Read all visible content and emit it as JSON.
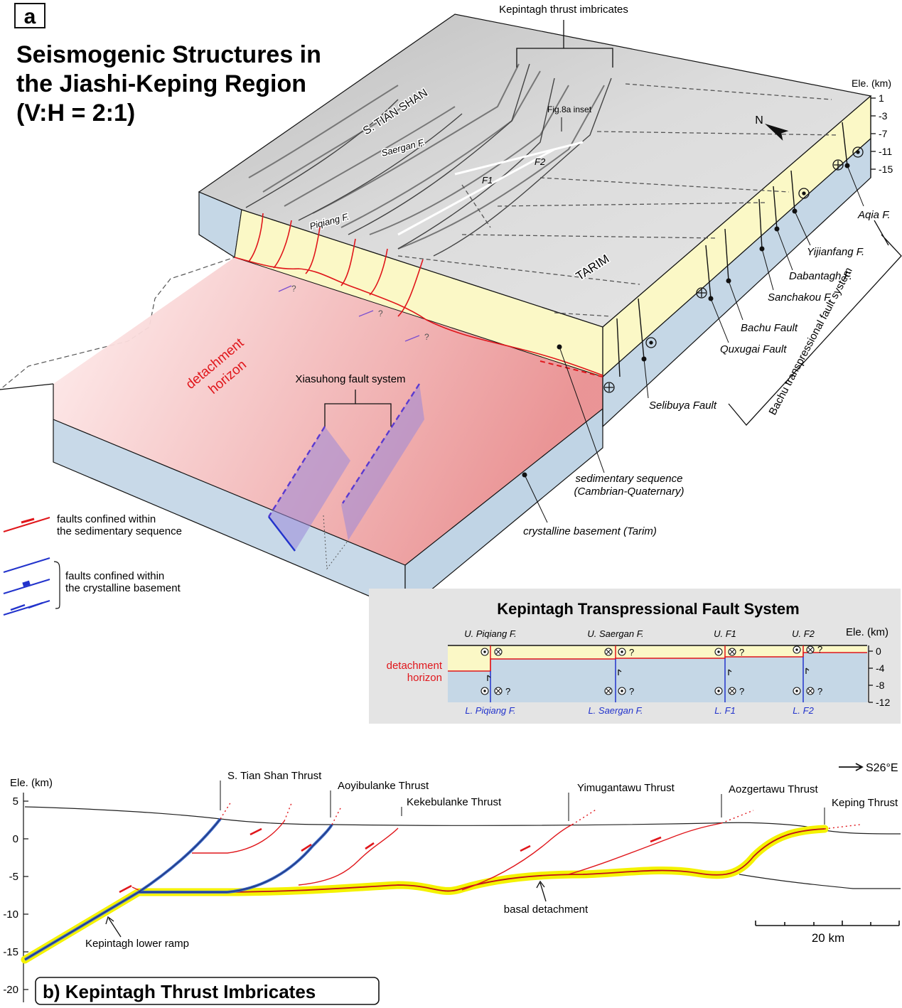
{
  "panel_a": {
    "letter": "a",
    "title_lines": [
      "Seismogenic Structures in",
      "the Jiashi-Keping Region",
      "(V:H = 2:1)"
    ],
    "kepintagh_imbricates": "Kepintagh thrust imbricates",
    "s_tian_shan": "S. TIAN SHAN",
    "tarim": "TARIM",
    "fig8a_inset": "Fig.8a inset",
    "saergan": "Saergan F.",
    "piqiang": "Piqiang F.",
    "f1": "F1",
    "f2": "F2",
    "ele_title": "Ele. (km)",
    "ele_ticks": [
      "1",
      "-3",
      "-7",
      "-11",
      "-15"
    ],
    "bachu_faults": [
      "Aqia F.",
      "Yijianfang F.",
      "Dabantagh F.",
      "Sanchakou F.",
      "Bachu Fault",
      "Quxugai Fault",
      "Selibuya Fault"
    ],
    "bachu_system": "Bachu transpressional fault system",
    "detachment_line1": "detachment",
    "detachment_line2": "horizon",
    "xiasuhong": "Xiasuhong fault system",
    "sedimentary_line1": "sedimentary sequence",
    "sedimentary_line2": "(Cambrian-Quaternary)",
    "crystalline": "crystalline basement (Tarim)",
    "q_mark": "?",
    "legend_red_line1": "faults confined within",
    "legend_red_line2": "the sedimentary sequence",
    "legend_blue_line1": "faults confined within",
    "legend_blue_line2": "the crystalline basement"
  },
  "inset": {
    "title": "Kepintagh Transpressional Fault System",
    "upper_labels": [
      "U. Piqiang F.",
      "U. Saergan F.",
      "U. F1",
      "U. F2"
    ],
    "lower_labels": [
      "L. Piqiang F.",
      "L. Saergan F.",
      "L. F1",
      "L. F2"
    ],
    "detachment_line1": "detachment",
    "detachment_line2": "horizon",
    "ele_title": "Ele. (km)",
    "ele_ticks": [
      "0",
      "-4",
      "-8",
      "-12"
    ],
    "q": "?"
  },
  "panel_b": {
    "title": "b) Kepintagh Thrust Imbricates",
    "ele_title": "Ele. (km)",
    "ele_ticks": [
      "5",
      "0",
      "-5",
      "-10",
      "-15",
      "-20"
    ],
    "direction": "S26°E",
    "thrusts": [
      "S. Tian Shan Thrust",
      "Aoyibulanke Thrust",
      "Kekebulanke Thrust",
      "Yimugantawu Thrust",
      "Aozgertawu Thrust",
      "Keping Thrust"
    ],
    "basal_detachment": "basal detachment",
    "lower_ramp": "Kepintagh lower ramp",
    "scale": "20 km"
  },
  "colors": {
    "sediment": "#fbf8c6",
    "basement": "#c5d7e6",
    "fault_red": "#e0161b",
    "fault_blue": "#2233cc",
    "detachment_pink": "#f0a0a0",
    "purple": "#7a4fd0",
    "highlight_yellow": "#f4f200",
    "inset_bg": "#e4e4e4",
    "surface": "#d8d8d8"
  }
}
